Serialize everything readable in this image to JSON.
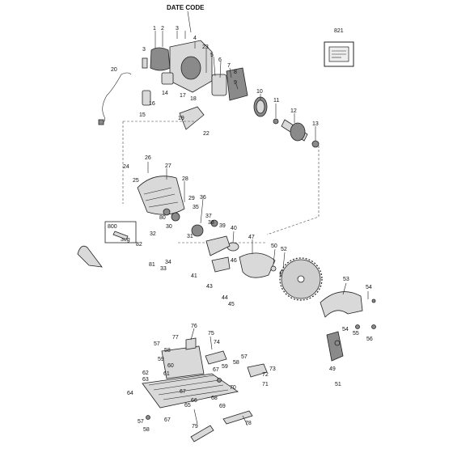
{
  "header": {
    "date_code": "DATE CODE"
  },
  "callouts": {
    "c821": "821",
    "c800": "800",
    "c30g": "30g"
  },
  "labels": {
    "l1": "1",
    "l2": "2",
    "l3a": "3",
    "l3b": "3",
    "l4": "4",
    "l5": "5",
    "l6": "6",
    "l7": "7",
    "l8": "8",
    "l9": "9",
    "l10": "10",
    "l11": "11",
    "l12": "12",
    "l13": "13",
    "l14": "14",
    "l15": "15",
    "l16": "16",
    "l17": "17",
    "l18": "18",
    "l19": "19",
    "l20": "20",
    "l22": "22",
    "l23": "23",
    "l24": "24",
    "l25": "25",
    "l26": "26",
    "l27": "27",
    "l28": "28",
    "l29": "29",
    "l30": "30",
    "l31": "31",
    "l32": "32",
    "l33": "33",
    "l34": "34",
    "l35": "35",
    "l36": "36",
    "l37": "37",
    "l38": "38",
    "l39": "39",
    "l40": "40",
    "l41": "41",
    "l43": "43",
    "l44": "44",
    "l45": "45",
    "l46": "46",
    "l47": "47",
    "l49": "49",
    "l50": "50",
    "l51": "51",
    "l52": "52",
    "l53": "53",
    "l54a": "54",
    "l54b": "54",
    "l55": "55",
    "l56": "56",
    "l57a": "57",
    "l57b": "57",
    "l57c": "57",
    "l58a": "58",
    "l58b": "58",
    "l58c": "58",
    "l59a": "59",
    "l59b": "59",
    "l60": "60",
    "l61": "61",
    "l62": "62",
    "l63": "63",
    "l64": "64",
    "l65": "65",
    "l66": "66",
    "l67a": "67",
    "l67b": "67",
    "l67c": "67",
    "l68": "68",
    "l69": "69",
    "l70": "70",
    "l71": "71",
    "l72": "72",
    "l73": "73",
    "l74": "74",
    "l75": "75",
    "l76": "76",
    "l77": "77",
    "l78": "78",
    "l79": "79",
    "l80": "80",
    "l81": "81",
    "l82": "82"
  }
}
